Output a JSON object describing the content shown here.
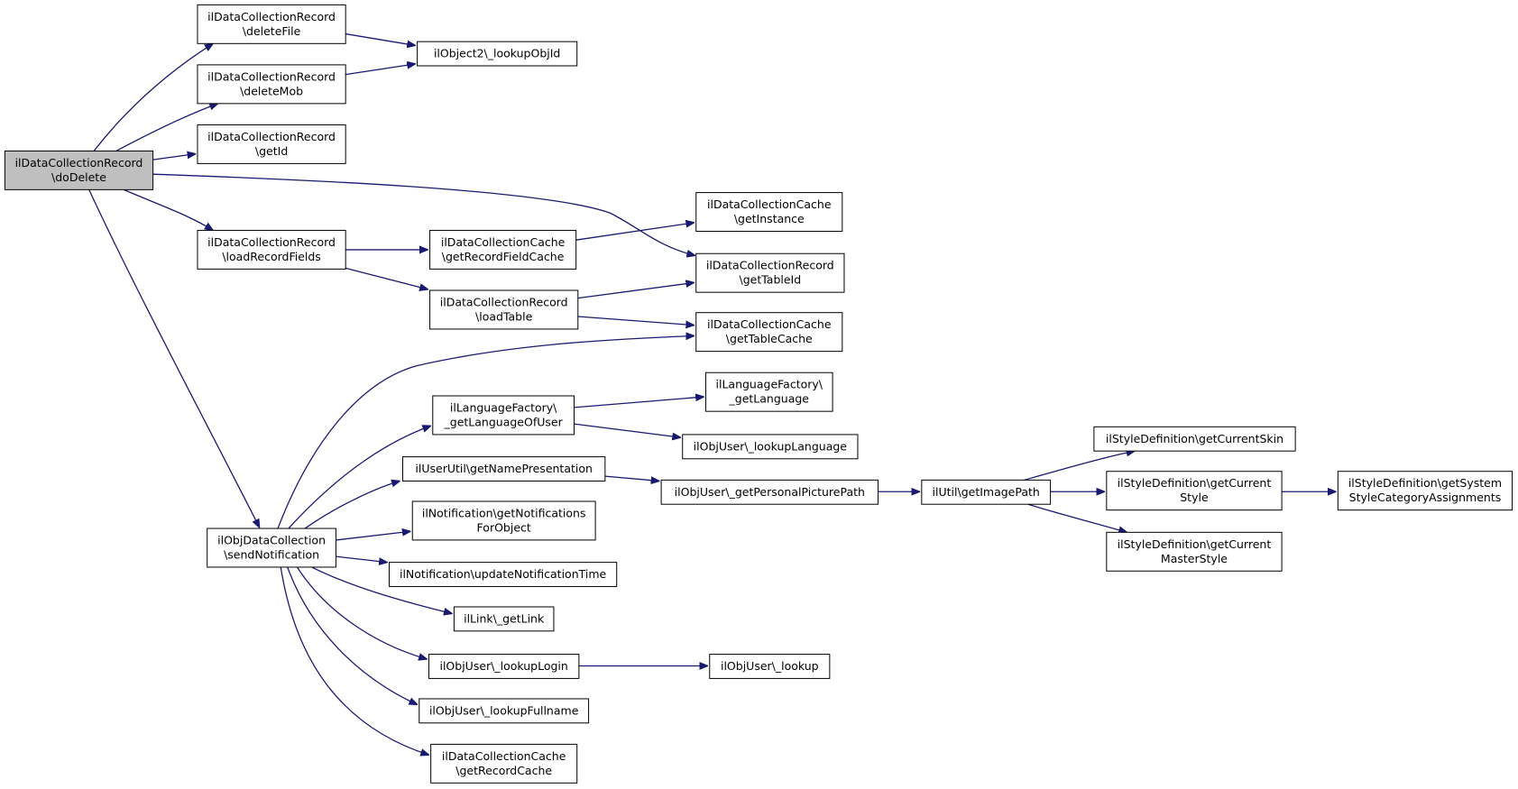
{
  "graph": {
    "nodes": [
      {
        "id": "doDelete",
        "lines": [
          "ilDataCollectionRecord",
          "\\doDelete"
        ],
        "root": true
      },
      {
        "id": "deleteFile",
        "lines": [
          "ilDataCollectionRecord",
          "\\deleteFile"
        ]
      },
      {
        "id": "lookupObjId",
        "lines": [
          "ilObject2\\_lookupObjId"
        ]
      },
      {
        "id": "deleteMob",
        "lines": [
          "ilDataCollectionRecord",
          "\\deleteMob"
        ]
      },
      {
        "id": "getId",
        "lines": [
          "ilDataCollectionRecord",
          "\\getId"
        ]
      },
      {
        "id": "getInstance",
        "lines": [
          "ilDataCollectionCache",
          "\\getInstance"
        ]
      },
      {
        "id": "loadRecordFields",
        "lines": [
          "ilDataCollectionRecord",
          "\\loadRecordFields"
        ]
      },
      {
        "id": "getRecordFieldCache",
        "lines": [
          "ilDataCollectionCache",
          "\\getRecordFieldCache"
        ]
      },
      {
        "id": "getTableId",
        "lines": [
          "ilDataCollectionRecord",
          "\\getTableId"
        ]
      },
      {
        "id": "loadTable",
        "lines": [
          "ilDataCollectionRecord",
          "\\loadTable"
        ]
      },
      {
        "id": "getTableCache",
        "lines": [
          "ilDataCollectionCache",
          "\\getTableCache"
        ]
      },
      {
        "id": "getLanguage",
        "lines": [
          "ilLanguageFactory\\",
          "_getLanguage"
        ]
      },
      {
        "id": "getLanguageOfUser",
        "lines": [
          "ilLanguageFactory\\",
          "_getLanguageOfUser"
        ]
      },
      {
        "id": "lookupLanguage",
        "lines": [
          "ilObjUser\\_lookupLanguage"
        ]
      },
      {
        "id": "getNamePresentation",
        "lines": [
          "ilUserUtil\\getNamePresentation"
        ]
      },
      {
        "id": "getPersonalPicturePath",
        "lines": [
          "ilObjUser\\_getPersonalPicturePath"
        ]
      },
      {
        "id": "getImagePath",
        "lines": [
          "ilUtil\\getImagePath"
        ]
      },
      {
        "id": "getCurrentSkin",
        "lines": [
          "ilStyleDefinition\\getCurrentSkin"
        ]
      },
      {
        "id": "getCurrentStyle",
        "lines": [
          "ilStyleDefinition\\getCurrent",
          "Style"
        ]
      },
      {
        "id": "getSystemStyle",
        "lines": [
          "ilStyleDefinition\\getSystem",
          "StyleCategoryAssignments"
        ]
      },
      {
        "id": "getCurrentMasterStyle",
        "lines": [
          "ilStyleDefinition\\getCurrent",
          "MasterStyle"
        ]
      },
      {
        "id": "getNotifications",
        "lines": [
          "ilNotification\\getNotifications",
          "ForObject"
        ]
      },
      {
        "id": "sendNotification",
        "lines": [
          "ilObjDataCollection",
          "\\sendNotification"
        ]
      },
      {
        "id": "updateNotificationTime",
        "lines": [
          "ilNotification\\updateNotificationTime"
        ]
      },
      {
        "id": "getLink",
        "lines": [
          "ilLink\\_getLink"
        ]
      },
      {
        "id": "lookupLogin",
        "lines": [
          "ilObjUser\\_lookupLogin"
        ]
      },
      {
        "id": "lookup",
        "lines": [
          "ilObjUser\\_lookup"
        ]
      },
      {
        "id": "lookupFullname",
        "lines": [
          "ilObjUser\\_lookupFullname"
        ]
      },
      {
        "id": "getRecordCache",
        "lines": [
          "ilDataCollectionCache",
          "\\getRecordCache"
        ]
      }
    ],
    "edges": [
      [
        "doDelete",
        "deleteFile"
      ],
      [
        "doDelete",
        "deleteMob"
      ],
      [
        "doDelete",
        "getId"
      ],
      [
        "doDelete",
        "getTableId"
      ],
      [
        "doDelete",
        "loadRecordFields"
      ],
      [
        "doDelete",
        "sendNotification"
      ],
      [
        "deleteFile",
        "lookupObjId"
      ],
      [
        "deleteMob",
        "lookupObjId"
      ],
      [
        "loadRecordFields",
        "getRecordFieldCache"
      ],
      [
        "loadRecordFields",
        "loadTable"
      ],
      [
        "getRecordFieldCache",
        "getInstance"
      ],
      [
        "loadTable",
        "getTableId"
      ],
      [
        "loadTable",
        "getTableCache"
      ],
      [
        "sendNotification",
        "getTableCache"
      ],
      [
        "sendNotification",
        "getLanguageOfUser"
      ],
      [
        "sendNotification",
        "getNamePresentation"
      ],
      [
        "sendNotification",
        "getNotifications"
      ],
      [
        "sendNotification",
        "updateNotificationTime"
      ],
      [
        "sendNotification",
        "getLink"
      ],
      [
        "sendNotification",
        "lookupLogin"
      ],
      [
        "sendNotification",
        "lookupFullname"
      ],
      [
        "sendNotification",
        "getRecordCache"
      ],
      [
        "getLanguageOfUser",
        "getLanguage"
      ],
      [
        "getLanguageOfUser",
        "lookupLanguage"
      ],
      [
        "getNamePresentation",
        "getPersonalPicturePath"
      ],
      [
        "getPersonalPicturePath",
        "getImagePath"
      ],
      [
        "getImagePath",
        "getCurrentSkin"
      ],
      [
        "getImagePath",
        "getCurrentStyle"
      ],
      [
        "getImagePath",
        "getCurrentMasterStyle"
      ],
      [
        "getCurrentStyle",
        "getSystemStyle"
      ],
      [
        "lookupLogin",
        "lookup"
      ]
    ]
  }
}
